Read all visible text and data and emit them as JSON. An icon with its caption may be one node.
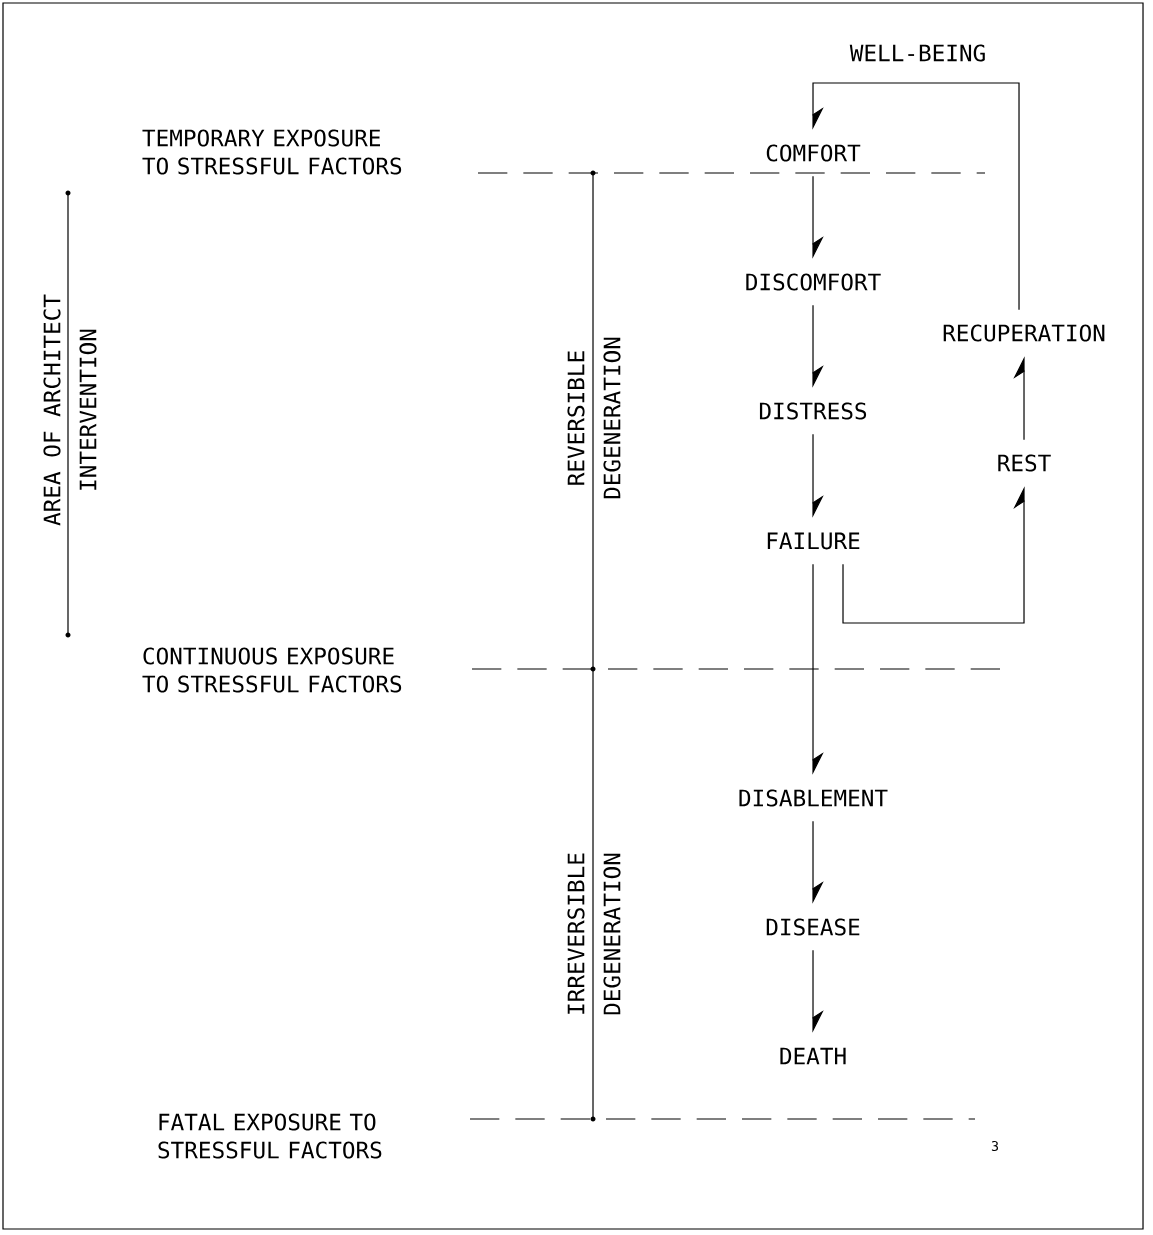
{
  "diagram": {
    "nodes": [
      {
        "text": [
          "COMFORT"
        ]
      },
      {
        "text": [
          "DISCOMFORT"
        ]
      },
      {
        "text": [
          "DISTRESS"
        ]
      },
      {
        "text": [
          "FAILURE"
        ]
      },
      {
        "text": [
          "DISABLEMENT"
        ]
      },
      {
        "text": [
          "DISEASE"
        ]
      },
      {
        "text": [
          "DEATH"
        ]
      },
      {
        "text": [
          "REST"
        ]
      },
      {
        "text": [
          "RECUPERATION"
        ]
      }
    ],
    "edges": [
      {
        "from": 0,
        "to": 1,
        "arrow": "to"
      },
      {
        "from": 1,
        "to": 2,
        "arrow": "to"
      },
      {
        "from": 2,
        "to": 3,
        "arrow": "to"
      },
      {
        "from": 3,
        "to": 4,
        "arrow": "to"
      },
      {
        "from": 4,
        "to": 5,
        "arrow": "to"
      },
      {
        "from": 5,
        "to": 6,
        "arrow": "to"
      },
      {
        "from": 3,
        "to": 7,
        "arrow": "to"
      },
      {
        "from": 7,
        "to": 8,
        "arrow": "to"
      },
      {
        "from": 8,
        "to": 0,
        "arrow": "to",
        "label": "WELL-BEING"
      }
    ],
    "labels": [
      "TEMPORARY EXPOSURE TO STRESSFUL FACTORS",
      "AREA OF ARCHITECT",
      "INTERVENTION",
      "REVERSIBLE",
      "DEGENERATION",
      "CONTINUOUS EXPOSURE TO STRESSFUL FACTORS",
      "IRREVERSIBLE",
      "DEGENERATION",
      "FATAL EXPOSURE TO STRESSFUL FACTORS",
      "3"
    ]
  }
}
